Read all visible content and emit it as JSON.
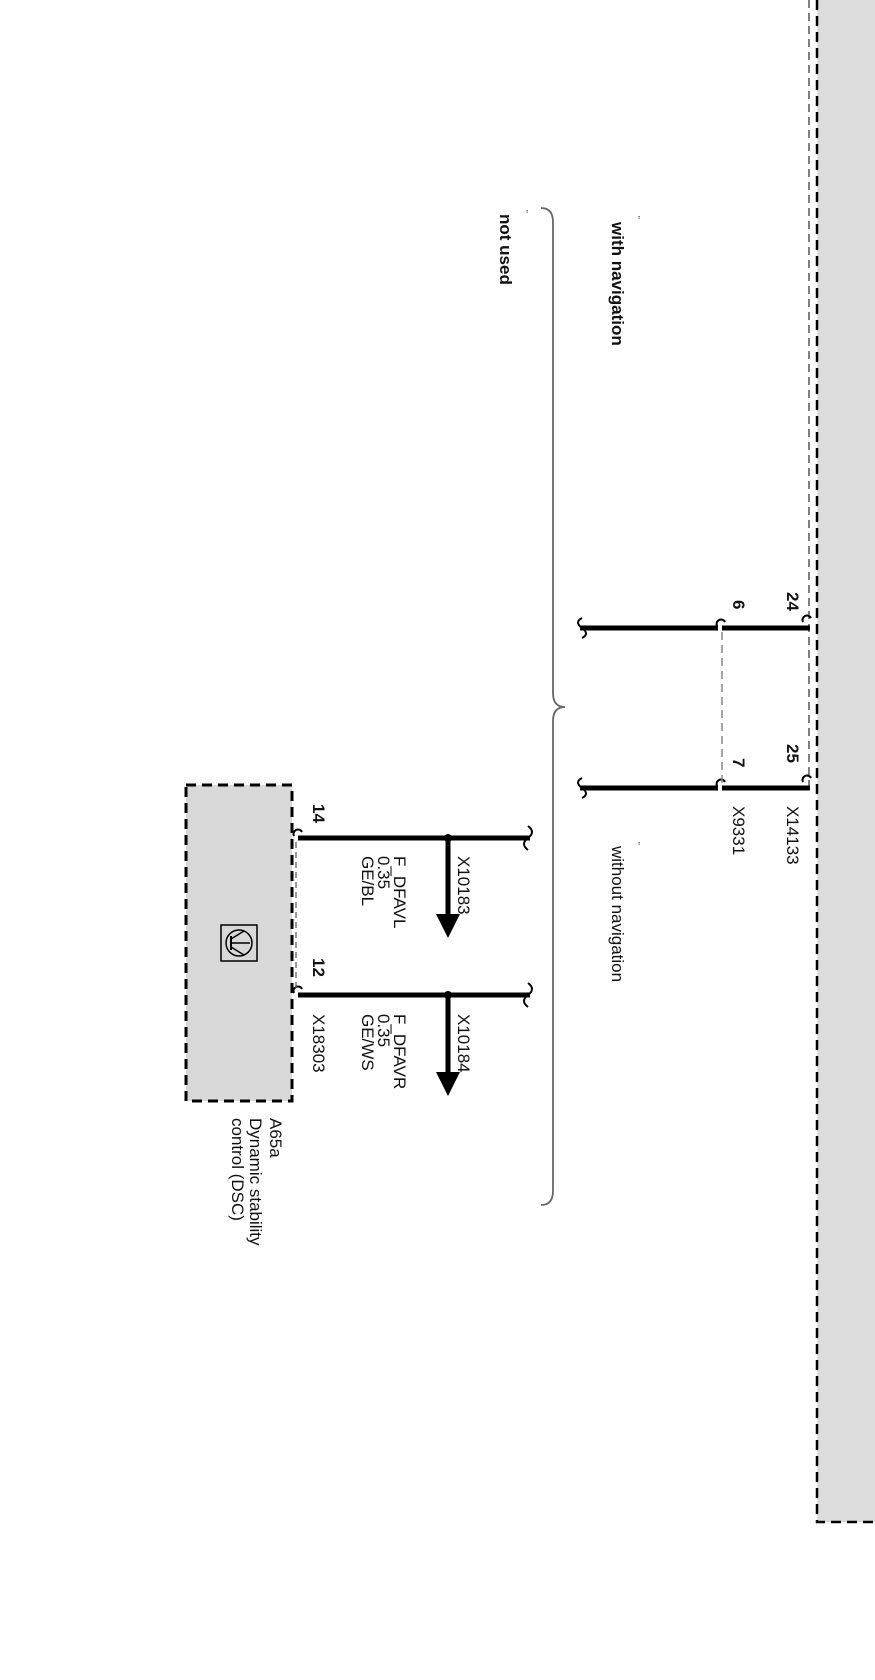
{
  "notes": {
    "with_navigation": "with navigation",
    "without_navigation": "without navigation",
    "not_used": "not used",
    "marker": "\""
  },
  "connector_top": {
    "id": "X14133",
    "pin_a": "24",
    "pin_b": "25"
  },
  "connector_switch": {
    "id": "X9331",
    "pin_a": "6",
    "pin_b": "7"
  },
  "wire_left": {
    "connector": "X10183",
    "signal": "F_DFAVL",
    "gauge": "0.35",
    "color": "GE/BL",
    "pin": "14"
  },
  "wire_right": {
    "connector": "X10184",
    "signal": "F_DFAVR",
    "gauge": "0.35",
    "color": "GE/WS",
    "pin": "12"
  },
  "module": {
    "connector": "X18303",
    "id": "A65a",
    "name_line1": "Dynamic stability",
    "name_line2": "control (DSC)"
  },
  "colors": {
    "module_fill": "#d9d9d9",
    "outer_fill": "#dcdcdc",
    "wire": "#000000"
  }
}
